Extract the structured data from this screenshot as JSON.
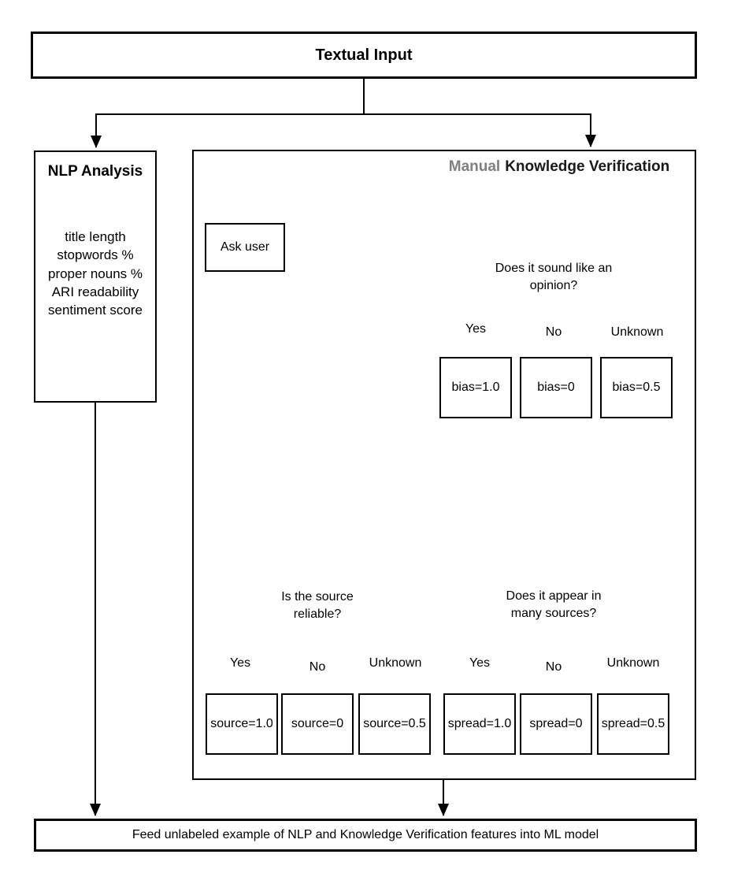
{
  "colors": {
    "line": "#000000",
    "manual_gray": "#808080",
    "title_black": "#1a1a1a",
    "background": "#ffffff"
  },
  "input_box": {
    "label": "Textual Input"
  },
  "nlp": {
    "title": "NLP Analysis",
    "features": [
      "title length",
      "stopwords %",
      "proper nouns %",
      "ARI readability",
      "sentiment score"
    ]
  },
  "verification": {
    "title_manual": "Manual",
    "title_rest": "Knowledge Verification",
    "ask_user": "Ask user",
    "decisions": [
      {
        "question": "Does it sound like an opinion?",
        "branches": [
          {
            "label": "Yes",
            "result": "bias=1.0"
          },
          {
            "label": "No",
            "result": "bias=0"
          },
          {
            "label": "Unknown",
            "result": "bias=0.5"
          }
        ]
      },
      {
        "question": "Is the source reliable?",
        "branches": [
          {
            "label": "Yes",
            "result": "source=1.0"
          },
          {
            "label": "No",
            "result": "source=0"
          },
          {
            "label": "Unknown",
            "result": "source=0.5"
          }
        ]
      },
      {
        "question": "Does it appear in many sources?",
        "branches": [
          {
            "label": "Yes",
            "result": "spread=1.0"
          },
          {
            "label": "No",
            "result": "spread=0"
          },
          {
            "label": "Unknown",
            "result": "spread=0.5"
          }
        ]
      }
    ]
  },
  "output_box": {
    "label": "Feed unlabeled example of NLP and Knowledge Verification features into ML model"
  }
}
